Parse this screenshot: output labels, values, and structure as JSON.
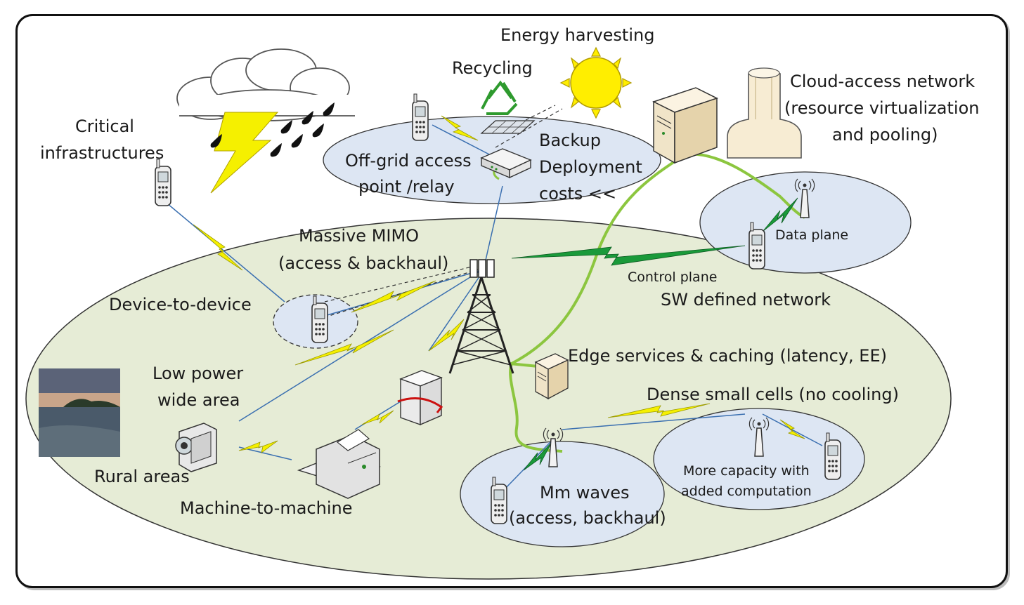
{
  "labels": {
    "energy_harvesting": "Energy harvesting",
    "recycling": "Recycling",
    "cloud_line1": "Cloud-access network",
    "cloud_line2": "(resource virtualization",
    "cloud_line3": "and pooling)",
    "critical_line1": "Critical",
    "critical_line2": "infrastructures",
    "offgrid_line1": "Off-grid access",
    "offgrid_line2": "point /relay",
    "backup_line1": "Backup",
    "backup_line2": "Deployment",
    "backup_line3": "costs <<",
    "massive_line1": "Massive MIMO",
    "massive_line2": "(access & backhaul)",
    "data_plane": "Data plane",
    "control_plane": "Control plane",
    "sw_defined": "SW defined network",
    "d2d": "Device-to-device",
    "lpwa_line1": "Low power",
    "lpwa_line2": "wide area",
    "rural": "Rural areas",
    "m2m": "Machine-to-machine",
    "edge": "Edge services & caching (latency, EE)",
    "dense": "Dense small cells (no cooling)",
    "mm_line1": "Mm waves",
    "mm_line2": "(access, backhaul)",
    "capacity_line1": "More capacity with",
    "capacity_line2": "added computation"
  },
  "colors": {
    "big_ellipse": "#e6ecd6",
    "small_ellipse": "#dde6f3",
    "backhaul_green": "#8cc63f",
    "lightning_yellow": "#f5f000",
    "control_green": "#1a9a3a",
    "sun": "#ffee00",
    "recycle": "#2e9a2e"
  },
  "icons": {
    "cloud": "storm-cloud-icon",
    "sun": "sun-icon",
    "recycle": "recycle-icon",
    "tower": "cell-tower-icon",
    "server": "server-icon",
    "phone": "mobile-phone-icon",
    "antenna": "small-cell-antenna-icon",
    "camera": "video-camera-icon",
    "printer": "printer-icon",
    "solar": "solar-panel-icon",
    "router": "access-point-icon",
    "cloud_pillar": "cloud-datacenter-icon",
    "photo": "rural-photo-icon"
  }
}
